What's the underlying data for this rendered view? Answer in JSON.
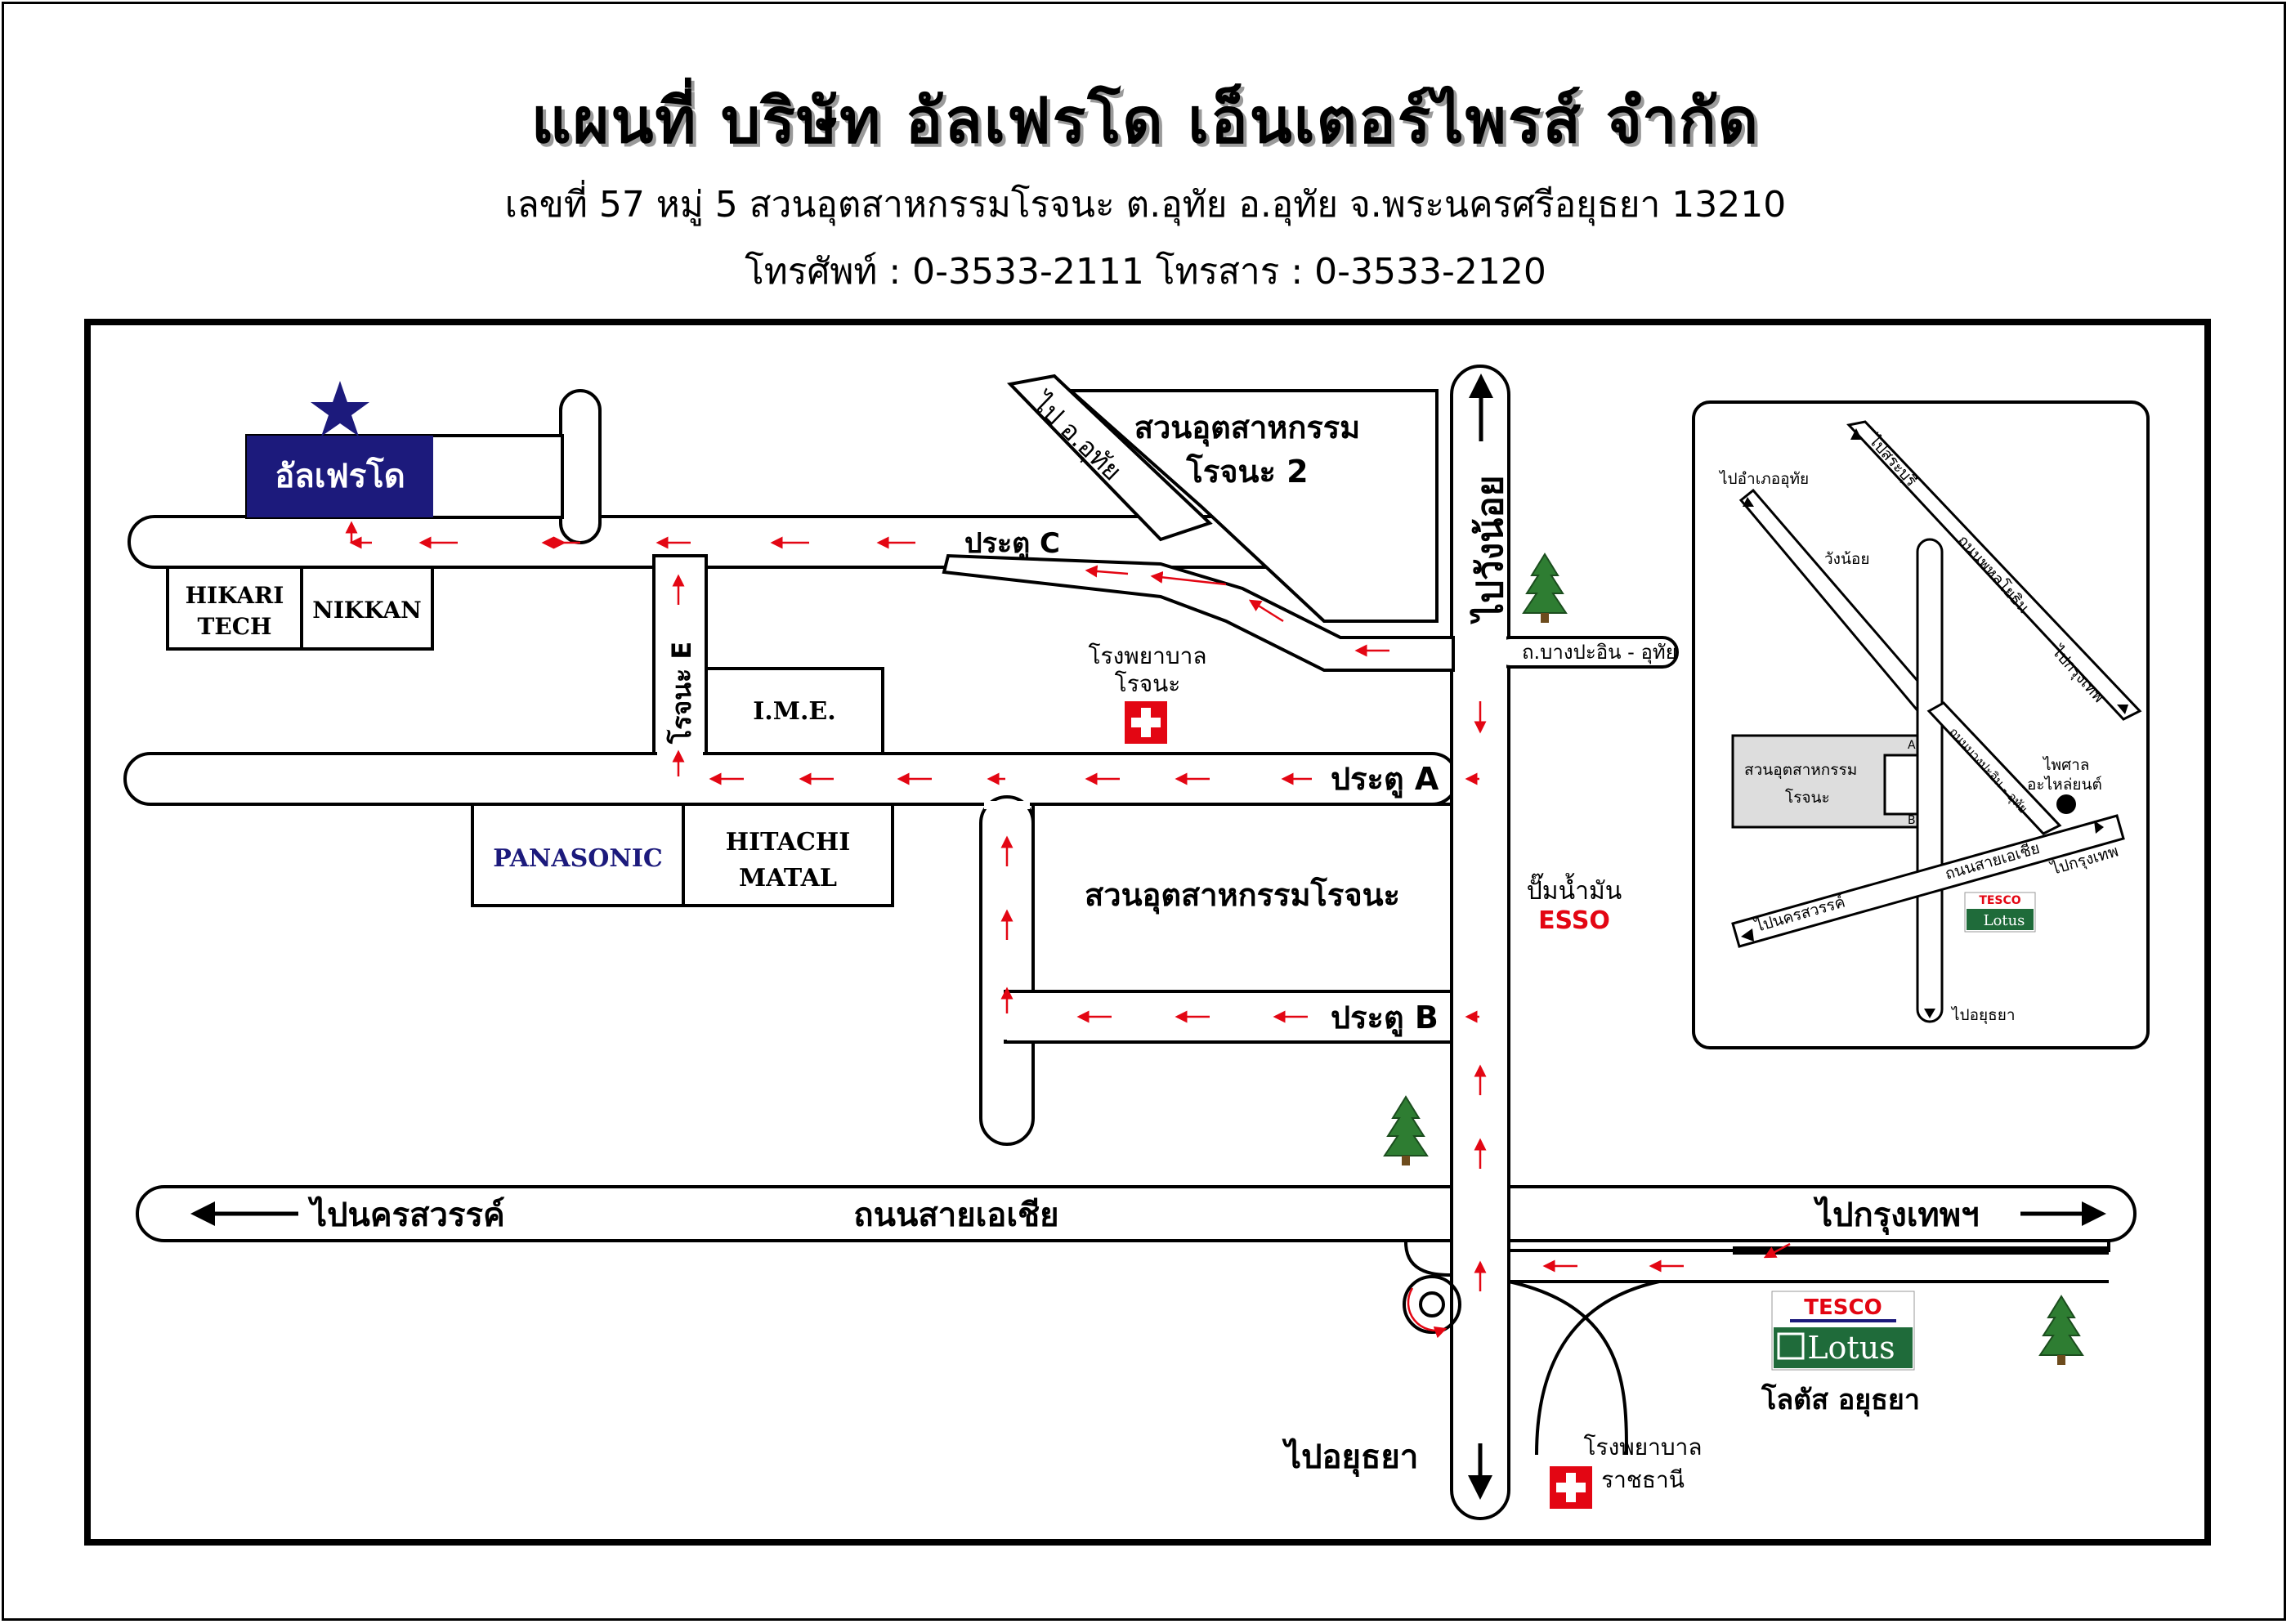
{
  "header": {
    "title": "แผนที่ บริษัท อัลเฟรโด เอ็นเตอร์ไพรส์ จำกัด",
    "address": "เลขที่ 57  หมู่ 5  สวนอุตสาหกรรมโรจนะ  ต.อุทัย  อ.อุทัย  จ.พระนครศรีอยุธยา 13210",
    "phone": "โทรศัพท์ : 0-3533-2111  โทรสาร : 0-3533-2120"
  },
  "colors": {
    "accent_blue": "#1c1a7c",
    "arrow_red": "#e30613",
    "tree_green": "#2e7d32",
    "brand_green": "#1f6b3a"
  },
  "icons": {
    "company": "star-icon",
    "hospital": "hospital-cross-icon",
    "tree": "tree-icon",
    "arrow": "direction-arrow-icon"
  },
  "map": {
    "company_label": "อัลเฟรโด",
    "buildings": {
      "hikari": "HIKARI",
      "hikari_2": "TECH",
      "nikkan": "NIKKAN",
      "ime": "I.M.E.",
      "panasonic": "PANASONIC",
      "hitachi": "HITACHI",
      "hitachi_2": "MATAL",
      "park_main": "สวนอุตสาหกรรมโรจนะ",
      "park2_line1": "สวนอุตสาหกรรม",
      "park2_line2": "โรจนะ 2"
    },
    "gates": {
      "a": "ประตู A",
      "b": "ประตู B",
      "c": "ประตู C"
    },
    "roads": {
      "rojana_e": "โรจนะ E",
      "to_uthai": "ไป อ.อุทัย",
      "to_wangnoi": "ไปวังน้อย",
      "bangpain_uthai": "ถ.บางปะอิน - อุทัย",
      "asia": "ถนนสายเอเชีย",
      "to_nakhonsawan": "ไปนครสวรรค์",
      "to_bangkok": "ไปกรุงเทพฯ",
      "to_ayutthaya": "ไปอยุธยา"
    },
    "pois": {
      "hospital_rojana_1": "โรงพยาบาล",
      "hospital_rojana_2": "โรจนะ",
      "gas_station": "ปั๊มน้ำมัน",
      "esso": "ESSO",
      "tesco": "TESCO",
      "lotus": "Lotus",
      "lotus_caption": "โลตัส อยุธยา",
      "hospital_ratchathani_1": "โรงพยาบาล",
      "hospital_ratchathani_2": "ราชธานี"
    }
  },
  "inset": {
    "to_amphoe_uthai": "ไปอำเภออุทัย",
    "to_saraburi": "ไปสระบุรี",
    "phahonyothin": "ถนนพหลโยธิน",
    "to_bangkok_1": "ไปกรุงเทพ",
    "wangnoi": "วังน้อย",
    "park_1": "สวนอุตสาหกรรม",
    "park_2": "โรจนะ",
    "gate_a": "A",
    "gate_b": "B",
    "bangpain_road": "ถนนบางปะอิน - อุทัย",
    "paisarn_1": "ไพศาล",
    "paisarn_2": "อะไหล่ยนต์",
    "asia_road": "ถนนสายเอเชีย",
    "to_bangkok_2": "ไปกรุงเทพ",
    "to_nakhonsawan": "ไปนครสวรรค์",
    "tesco": "TESCO",
    "lotus": "Lotus",
    "to_ayutthaya": "ไปอยุธยา"
  }
}
